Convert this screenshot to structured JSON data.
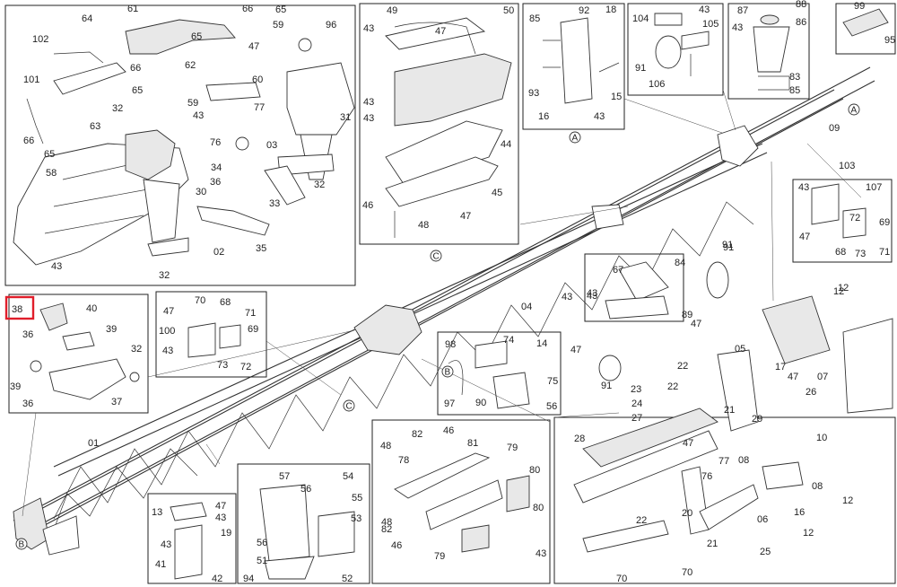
{
  "highlight_label": "38",
  "ref_marks": {
    "a": "A",
    "b": "B",
    "c": "C"
  },
  "labels": {
    "topleft": [
      "64",
      "61",
      "66",
      "65",
      "59",
      "96",
      "102",
      "65",
      "47",
      "62",
      "66",
      "60",
      "101",
      "65",
      "32",
      "63",
      "59",
      "43",
      "77",
      "76",
      "03",
      "31",
      "66",
      "65",
      "58",
      "34",
      "36",
      "33",
      "32",
      "30",
      "02",
      "35",
      "43",
      "32"
    ],
    "box_49": [
      "49",
      "50",
      "43",
      "47",
      "43",
      "43",
      "44",
      "45",
      "46",
      "47",
      "48"
    ],
    "box_92": [
      "85",
      "92",
      "18",
      "93",
      "15",
      "16",
      "43"
    ],
    "box_104": [
      "104",
      "43",
      "105",
      "91",
      "106"
    ],
    "box_87": [
      "87",
      "88",
      "86",
      "43",
      "83",
      "85"
    ],
    "box_99": [
      "99",
      "95"
    ],
    "box_103": [
      "103",
      "43",
      "107",
      "72",
      "69",
      "47",
      "68",
      "73",
      "71"
    ],
    "box_84": [
      "67",
      "84",
      "43",
      "89"
    ],
    "box_91": [
      "91",
      "47"
    ],
    "box_38": [
      "38",
      "40",
      "39",
      "36",
      "32",
      "39",
      "36",
      "37"
    ],
    "box_70": [
      "70",
      "68",
      "47",
      "71",
      "100",
      "69",
      "43",
      "73",
      "72"
    ],
    "box_74": [
      "98",
      "74",
      "14",
      "75",
      "97",
      "90",
      "56"
    ],
    "box_48": [
      "48",
      "82",
      "46",
      "81",
      "78",
      "79",
      "80",
      "48",
      "82",
      "46",
      "79",
      "80",
      "43"
    ],
    "box_57": [
      "57",
      "54",
      "56",
      "55",
      "53",
      "56",
      "51",
      "94",
      "52"
    ],
    "box_13": [
      "13",
      "47",
      "43",
      "43",
      "19",
      "41",
      "42"
    ],
    "box_22": [
      "22",
      "05",
      "17",
      "47",
      "26",
      "07",
      "12",
      "23",
      "22",
      "24",
      "27",
      "21",
      "29",
      "10",
      "28",
      "47",
      "08",
      "08",
      "76",
      "77",
      "12",
      "16",
      "22",
      "20",
      "06",
      "21",
      "25",
      "12",
      "70",
      "70"
    ],
    "main": [
      "04",
      "09",
      "01",
      "43",
      "91",
      "47",
      "12",
      "43",
      "91"
    ]
  }
}
